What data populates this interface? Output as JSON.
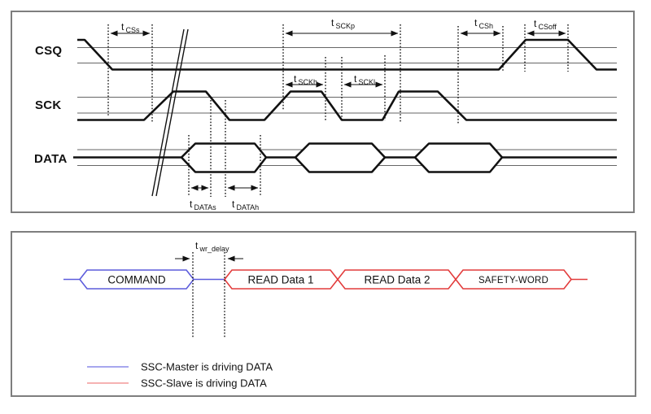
{
  "top_panel": {
    "signals": [
      {
        "label": "CSQ"
      },
      {
        "label": "SCK"
      },
      {
        "label": "DATA"
      }
    ],
    "timings": {
      "tCSs": {
        "main": "t",
        "sub": "CSs"
      },
      "tSCKp": {
        "main": "t",
        "sub": "SCKp"
      },
      "tSCKh": {
        "main": "t",
        "sub": "SCKh"
      },
      "tSCKl": {
        "main": "t",
        "sub": "SCKl"
      },
      "tCSh": {
        "main": "t",
        "sub": "CSh"
      },
      "tCSoff": {
        "main": "t",
        "sub": "CSoff"
      },
      "tDATAs": {
        "main": "t",
        "sub": "DATAs"
      },
      "tDATAh": {
        "main": "t",
        "sub": "DATAh"
      }
    }
  },
  "bottom_panel": {
    "timing": {
      "main": "t",
      "sub": "wr_delay"
    },
    "frames": [
      {
        "label": "COMMAND",
        "driver": "master"
      },
      {
        "label": "READ Data 1",
        "driver": "slave"
      },
      {
        "label": "READ Data 2",
        "driver": "slave"
      },
      {
        "label": "SAFETY-WORD",
        "driver": "slave"
      }
    ],
    "legend": [
      {
        "label": "SSC-Master is driving DATA",
        "driver": "master"
      },
      {
        "label": "SSC-Slave is driving DATA",
        "driver": "slave"
      }
    ]
  },
  "colors": {
    "master_blue": "#5c5cdc",
    "slave_red": "#e23b3b",
    "legend_blue": "#8a8ae8",
    "legend_red": "#f49898"
  }
}
